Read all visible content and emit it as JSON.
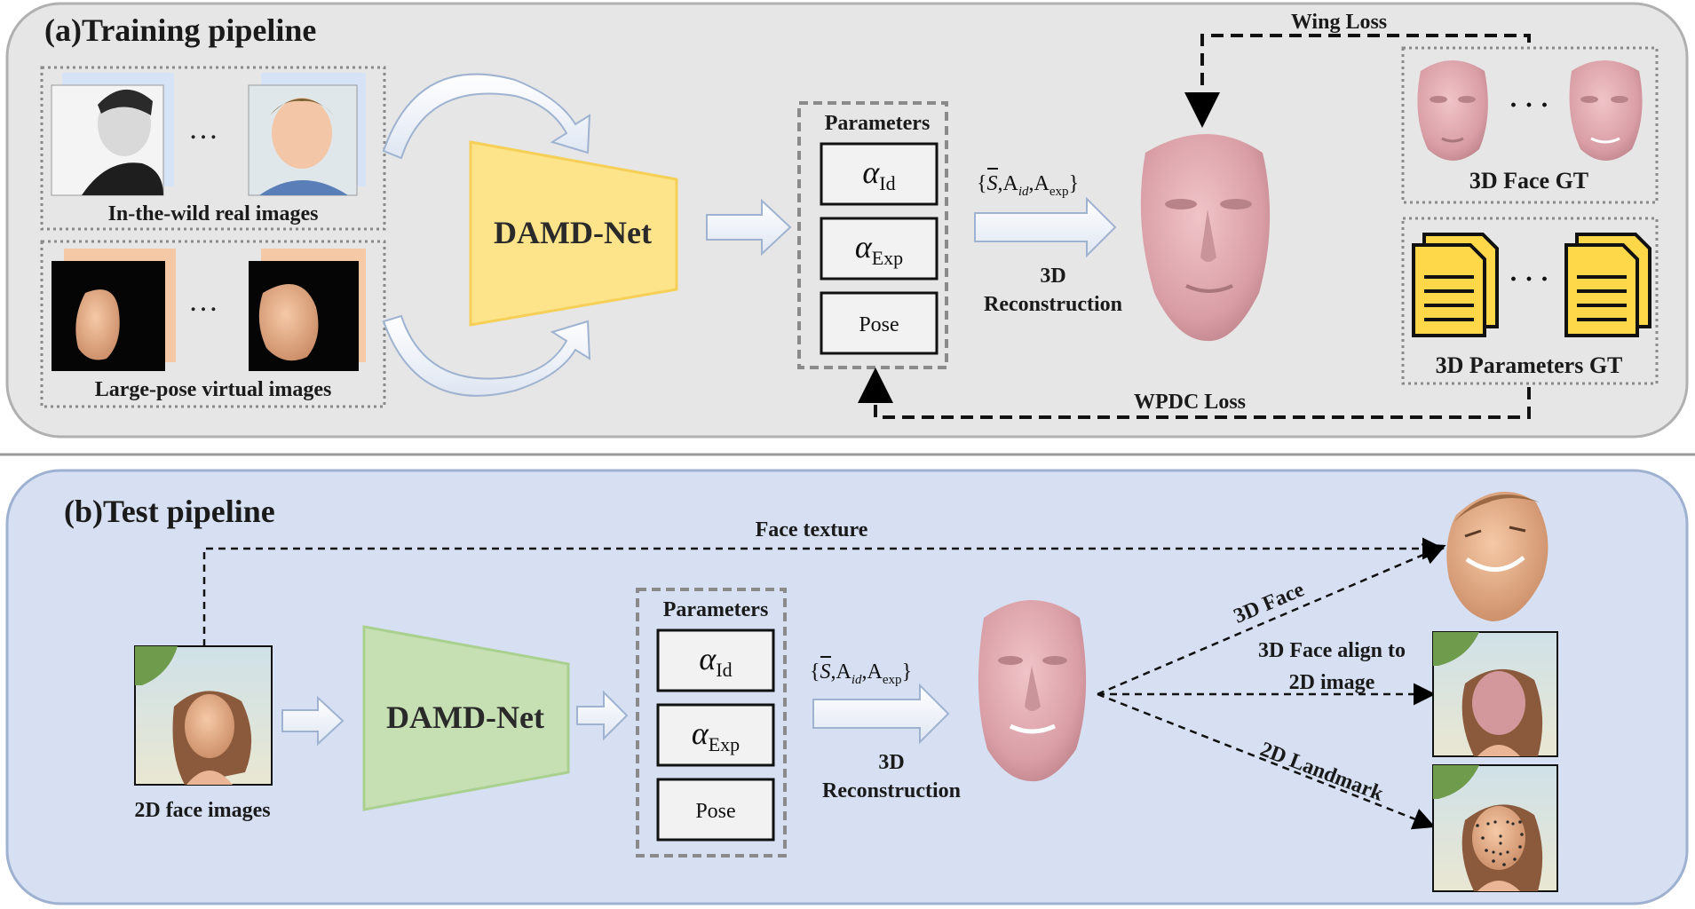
{
  "training": {
    "title": "(a)Training pipeline",
    "ellipsis": "…",
    "real_images_label": "In-the-wild real images",
    "virtual_images_label": "Large-pose virtual images",
    "network_label": "DAMD-Net",
    "parameters_title": "Parameters",
    "param_id_symbol": "α",
    "param_id_sub": "Id",
    "param_exp_symbol": "α",
    "param_exp_sub": "Exp",
    "param_pose": "Pose",
    "basis_open": "{",
    "basis_s": "S",
    "basis_a1": ",A",
    "basis_id": "id",
    "basis_a2": ",A",
    "basis_exp": "exp",
    "basis_close": "}",
    "recon_line1": "3D",
    "recon_line2": "Reconstruction",
    "wing_loss": "Wing Loss",
    "wpdc_loss": "WPDC Loss",
    "face_gt_label": "3D Face GT",
    "params_gt_label": "3D Parameters GT",
    "gt_ellipsis": "· · ·"
  },
  "test": {
    "title": "(b)Test pipeline",
    "face_texture": "Face texture",
    "input_label": "2D face images",
    "network_label": "DAMD-Net",
    "parameters_title": "Parameters",
    "param_id_symbol": "α",
    "param_id_sub": "Id",
    "param_exp_symbol": "α",
    "param_exp_sub": "Exp",
    "param_pose": "Pose",
    "basis_open": "{",
    "basis_s": "S",
    "basis_a1": ",A",
    "basis_id": "id",
    "basis_a2": ",A",
    "basis_exp": "exp",
    "basis_close": "}",
    "recon_line1": "3D",
    "recon_line2": "Reconstruction",
    "out_3d_face": "3D Face",
    "out_align_line1": "3D Face align to",
    "out_align_line2": "2D image",
    "out_landmark": "2D Landmark"
  },
  "colors": {
    "training_bg": "#e6e6e6",
    "test_bg": "#d6e0f2",
    "training_network": "#fde38a",
    "test_network": "#c6e0b4",
    "face_mesh": "#d8a0a6",
    "document_yellow": "#ffd84a"
  }
}
